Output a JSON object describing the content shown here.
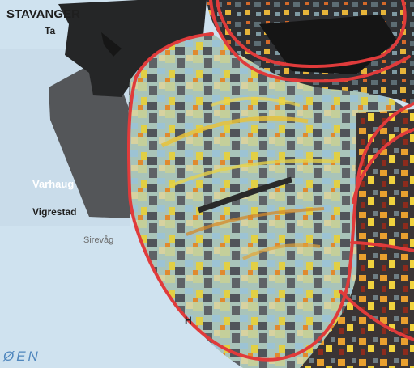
{
  "map": {
    "labels": {
      "stavanger": "STAVANGER",
      "ta": "Ta",
      "varhaug": "Varhaug",
      "vigrestad": "Vigrestad",
      "sirevag": "Sirevåg",
      "h": "H",
      "sea": "ØEN"
    },
    "colors": {
      "sea": "#cfe2ef",
      "land_dark": "#2c2c2c",
      "land_gray": "#6b6b6b",
      "zone_light_blue": "#a9c8d0",
      "zone_sage": "#b9c7a8",
      "zone_yellow": "#e8d13c",
      "zone_orange": "#e98a26",
      "boundary_red": "#e03b3b"
    }
  }
}
